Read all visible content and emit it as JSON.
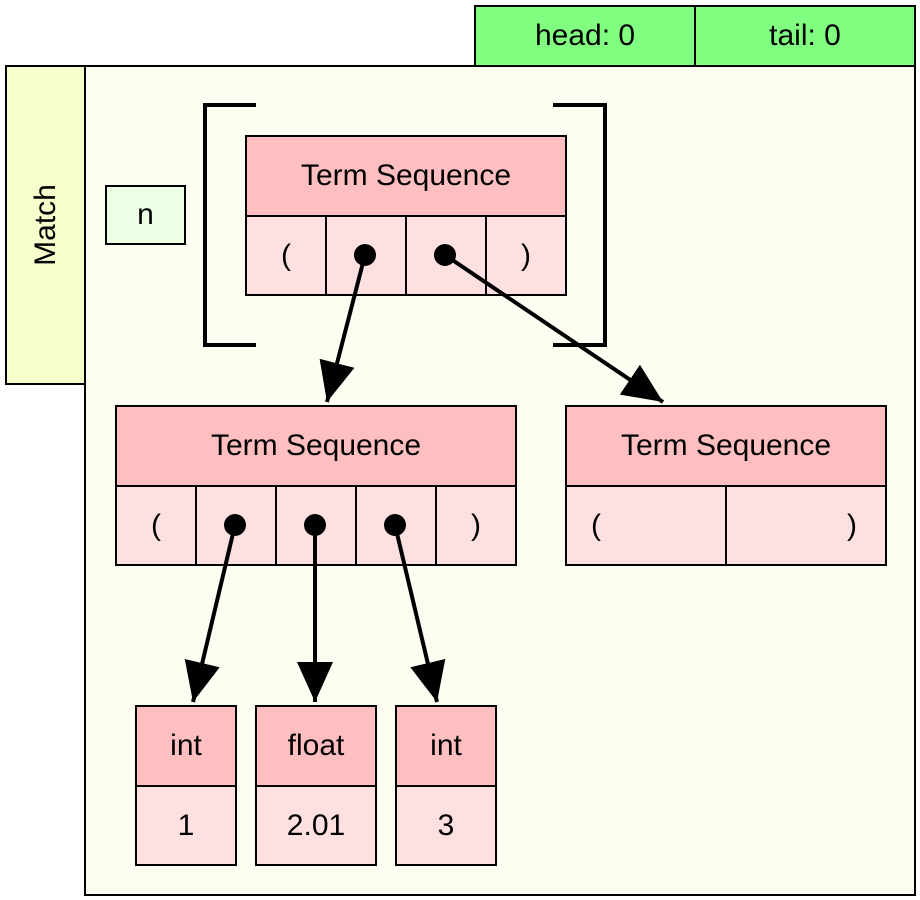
{
  "header": {
    "head_label": "head: 0",
    "tail_label": "tail: 0"
  },
  "match_panel": {
    "tab_label": "Match",
    "variable_name": "n"
  },
  "top_sequence": {
    "title": "Term Sequence",
    "cells": [
      "(",
      "",
      "",
      ")"
    ]
  },
  "left_sequence": {
    "title": "Term Sequence",
    "cells": [
      "(",
      "",
      "",
      "",
      ")"
    ]
  },
  "right_sequence": {
    "title": "Term Sequence",
    "cells": [
      "(",
      ")"
    ]
  },
  "values": [
    {
      "type": "int",
      "value": "1"
    },
    {
      "type": "float",
      "value": "2.01"
    },
    {
      "type": "int",
      "value": "3"
    }
  ],
  "colors": {
    "header_green": "#80ff80",
    "panel_bg": "#fbfef0",
    "match_tab_bg": "#f4ffcc",
    "variable_bg": "#ecffe4",
    "node_header": "#ffbfc0",
    "node_body": "#ffe0e0"
  }
}
